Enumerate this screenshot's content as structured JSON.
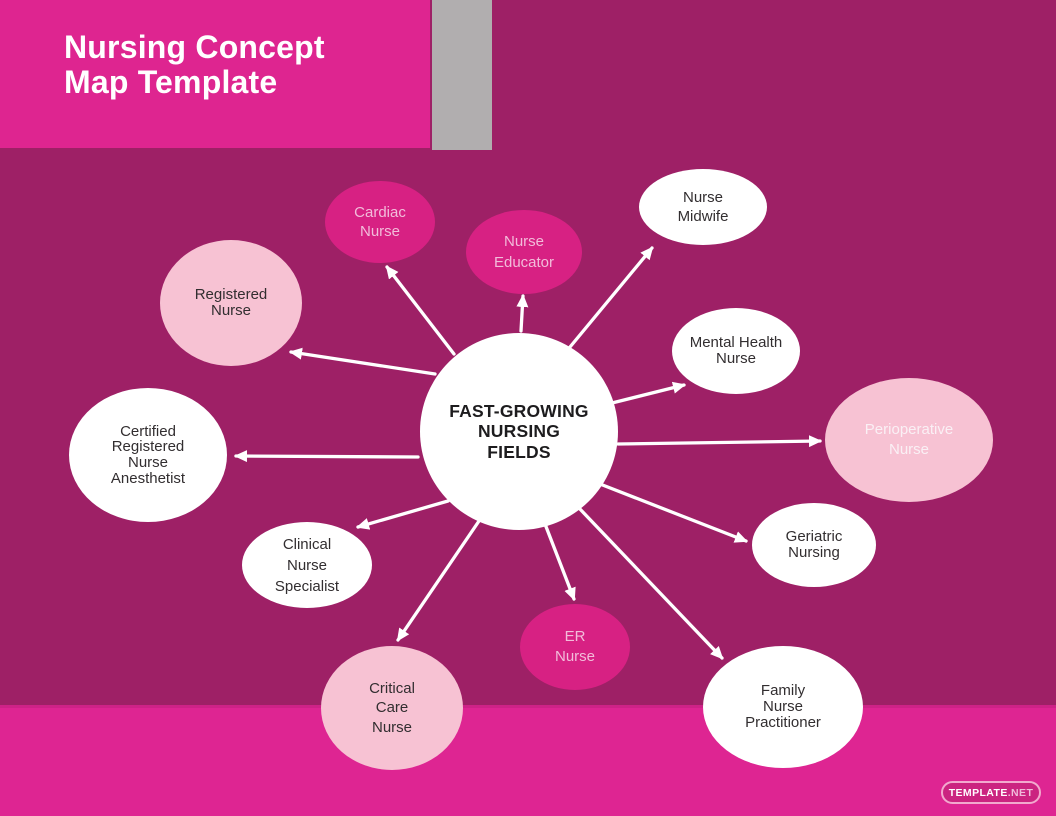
{
  "header": {
    "title": "Nursing Concept\nMap Template"
  },
  "center_node": {
    "label": "FAST-GROWING\nNURSING\nFIELDS"
  },
  "nodes": [
    {
      "id": "cardiac-nurse",
      "label": "Cardiac\nNurse"
    },
    {
      "id": "nurse-educator",
      "label": "Nurse\nEducator"
    },
    {
      "id": "nurse-midwife",
      "label": "Nurse\nMidwife"
    },
    {
      "id": "registered-nurse",
      "label": "Registered\nNurse"
    },
    {
      "id": "mental-health-nurse",
      "label": "Mental Health\nNurse"
    },
    {
      "id": "perioperative-nurse",
      "label": "Perioperative\nNurse"
    },
    {
      "id": "certified-registered-nurse-anesthetist",
      "label": "Certified\nRegistered\nNurse\nAnesthetist"
    },
    {
      "id": "geriatric-nursing",
      "label": "Geriatric\nNursing"
    },
    {
      "id": "clinical-nurse-specialist",
      "label": "Clinical\nNurse\nSpecialist"
    },
    {
      "id": "er-nurse",
      "label": "ER\nNurse"
    },
    {
      "id": "critical-care-nurse",
      "label": "Critical\nCare\nNurse"
    },
    {
      "id": "family-nurse-practitioner",
      "label": "Family\nNurse\nPractitioner"
    }
  ],
  "footer": {
    "brand": "TEMPLATE",
    "brand_suffix": ".NET"
  },
  "colors": {
    "accent_pink": "#DE2590",
    "node_pink": "#D72183",
    "light_pink": "#F7C2D3",
    "background_magenta": "#9E2066",
    "gray_bar": "#B1AEAF",
    "node_white": "#FFFFFF",
    "dark_text": "#322E30",
    "light_pink_text": "#F2BCDA",
    "arrow_white": "#FFFFFF"
  }
}
